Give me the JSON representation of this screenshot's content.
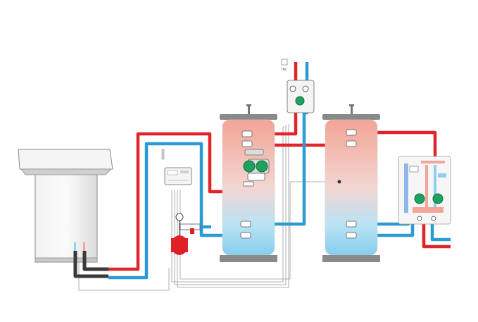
{
  "colors": {
    "hot": "#e0242a",
    "cold": "#2b9bd6",
    "black_pipe": "#3a3a3a",
    "tank_hot": "#f2a79a",
    "tank_cold": "#8fd0ef",
    "pump_green": "#1fa15f",
    "vessel_red": "#e02027",
    "cap_gray": "#7a7a7a",
    "cabinet_gray": "#e9e9e9"
  },
  "icons": [
    "heat-pump-unit",
    "controller-unit",
    "expansion-vessel",
    "pressure-gauge",
    "buffer-tank",
    "solar-pump-station",
    "heating-distribution-module",
    "circulation-pump",
    "temperature-sensor"
  ],
  "labels": {
    "pump_station_sensor": "TMC"
  }
}
